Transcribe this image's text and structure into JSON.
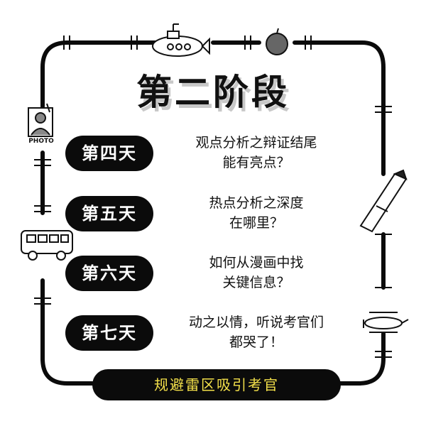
{
  "title": "第二阶段",
  "days": [
    {
      "label": "第四天",
      "desc": "观点分析之辩证结尾\n能有亮点？"
    },
    {
      "label": "第五天",
      "desc": "热点分析之深度\n在哪里？"
    },
    {
      "label": "第六天",
      "desc": "如何从漫画中找\n关键信息？"
    },
    {
      "label": "第七天",
      "desc": "动之以情，听说考官们\n都哭了！"
    }
  ],
  "banner": "规避雷区吸引考官",
  "photo_label": "PHOTO",
  "colors": {
    "pill": "#0b0b0b",
    "banner_text": "#f3e04a",
    "ink": "#111111"
  },
  "icons": [
    "submarine-icon",
    "apple-icon",
    "photo-icon",
    "pencil-icon",
    "bus-icon",
    "airplane-icon"
  ]
}
